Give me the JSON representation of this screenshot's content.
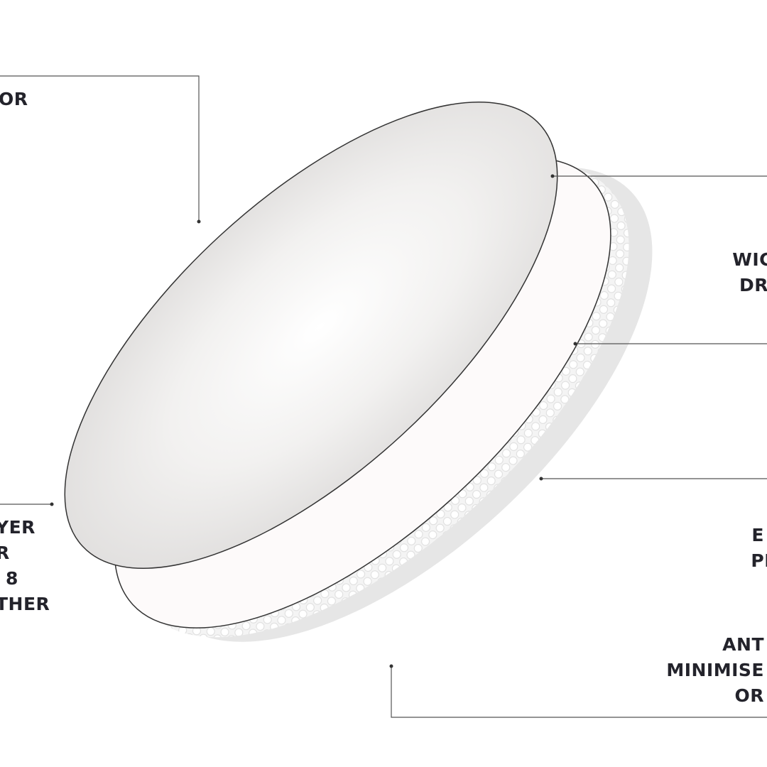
{
  "labels": {
    "top_left": [
      "OR"
    ],
    "left": [
      "YER",
      "R",
      "8",
      "THER"
    ],
    "right_upper": [
      "WIC",
      "DR"
    ],
    "right_middle": [
      "E",
      "PI"
    ],
    "right_bottom": [
      "ANT",
      "MINIMISE",
      "OR"
    ]
  },
  "colors": {
    "text": "#23232b",
    "outline": "#333333",
    "leader": "#555555",
    "shadow": "#e4e4e4",
    "face": "#e2e0df"
  }
}
